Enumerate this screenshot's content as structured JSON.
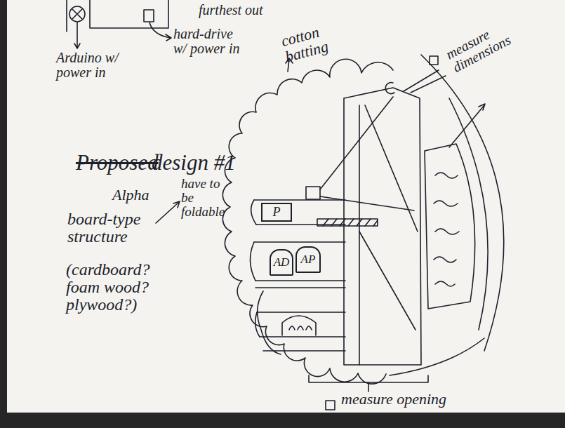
{
  "diagram": {
    "nodes": [
      {
        "text": [
          "P"
        ]
      },
      {
        "text": [
          "AD"
        ]
      },
      {
        "text": [
          "AP"
        ]
      }
    ],
    "labels": [
      "furthest out",
      "hard-drive w/ power in",
      "Arduino w/ power in",
      "cotton batting",
      "measure dimensions",
      "Proposed",
      "design #1",
      "Alpha",
      "board-type structure",
      "have to be foldable",
      "(cardboard? foam wood? plywood?)",
      "measure opening"
    ]
  }
}
